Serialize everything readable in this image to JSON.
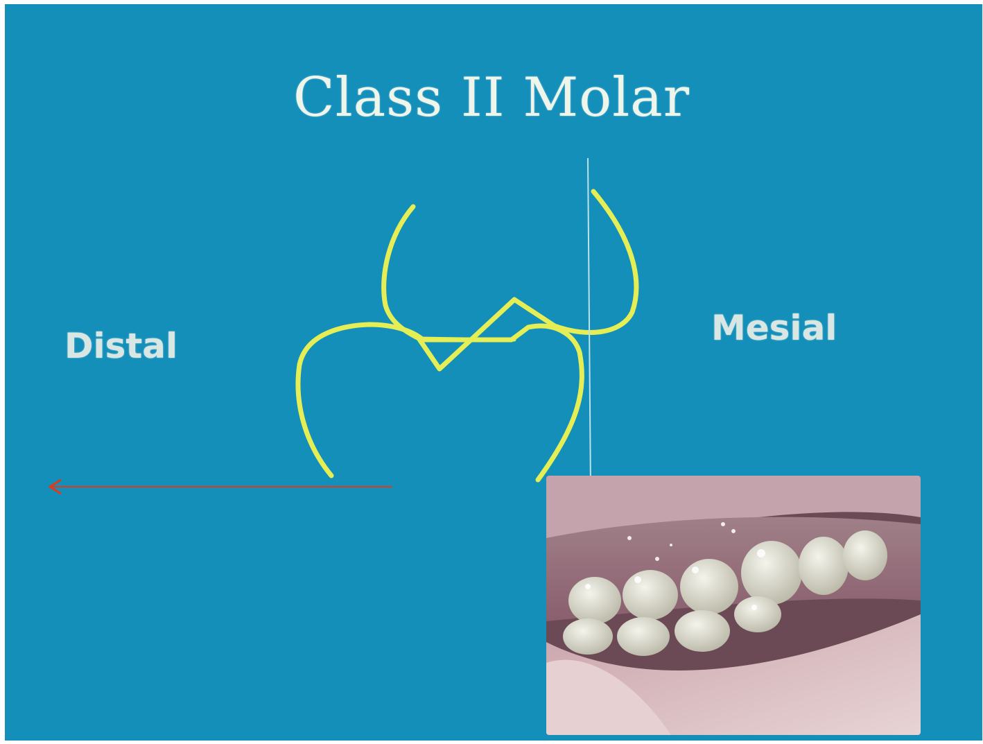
{
  "slide": {
    "title": "Class II Molar",
    "left_label": "Distal",
    "right_label": "Mesial"
  },
  "colors": {
    "background": "#138fba",
    "tooth_outline": "#e6ee55",
    "reference_line": "#bfe2e8",
    "arrow": "#e0391c",
    "title_text": "#eef6ec"
  },
  "photo": {
    "subject": "intraoral photograph of molar occlusion"
  }
}
